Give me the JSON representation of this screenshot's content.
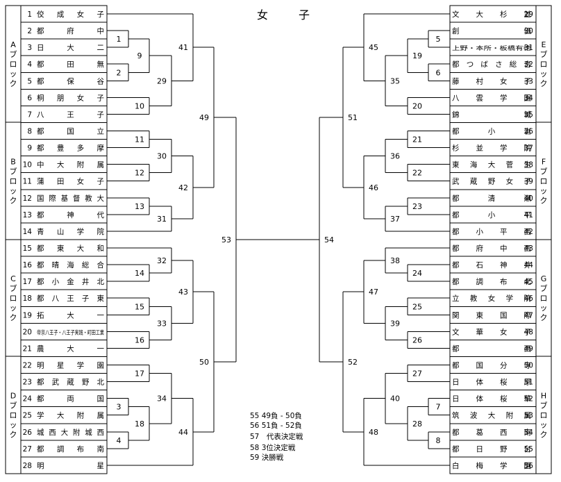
{
  "title": "女　子",
  "left": {
    "blocks": [
      "Aブロック",
      "Bブロック",
      "Cブロック",
      "Dブロック"
    ],
    "teams": [
      {
        "seed": "1",
        "name": "佼成女子"
      },
      {
        "seed": "2",
        "name": "都府中"
      },
      {
        "seed": "3",
        "name": "日大二"
      },
      {
        "seed": "4",
        "name": "都田無"
      },
      {
        "seed": "5",
        "name": "都保谷"
      },
      {
        "seed": "6",
        "name": "桐朋女子"
      },
      {
        "seed": "7",
        "name": "八王子"
      },
      {
        "seed": "8",
        "name": "都国立"
      },
      {
        "seed": "9",
        "name": "都豊多摩"
      },
      {
        "seed": "10",
        "name": "中大附属"
      },
      {
        "seed": "11",
        "name": "蒲田女子"
      },
      {
        "seed": "12",
        "name": "国際基督教大"
      },
      {
        "seed": "13",
        "name": "都神代"
      },
      {
        "seed": "14",
        "name": "青山学院"
      },
      {
        "seed": "15",
        "name": "都東大和"
      },
      {
        "seed": "16",
        "name": "都晴海総合"
      },
      {
        "seed": "17",
        "name": "都小金井北"
      },
      {
        "seed": "18",
        "name": "都八王子東"
      },
      {
        "seed": "19",
        "name": "拓大一"
      },
      {
        "seed": "20",
        "name": "帝京八王子・八王子実践・町田工業"
      },
      {
        "seed": "21",
        "name": "農大一"
      },
      {
        "seed": "22",
        "name": "明星学園"
      },
      {
        "seed": "23",
        "name": "都武蔵野北"
      },
      {
        "seed": "24",
        "name": "都両国"
      },
      {
        "seed": "25",
        "name": "学大附属"
      },
      {
        "seed": "26",
        "name": "城西大附城西"
      },
      {
        "seed": "27",
        "name": "都調布南"
      },
      {
        "seed": "28",
        "name": "明星"
      }
    ]
  },
  "right": {
    "blocks": [
      "Eブロック",
      "Fブロック",
      "Gブロック",
      "Hブロック"
    ],
    "teams": [
      {
        "seed": "29",
        "name": "文大杉並"
      },
      {
        "seed": "30",
        "name": "創価"
      },
      {
        "seed": "31",
        "name": "上野・本所・板橋有徳"
      },
      {
        "seed": "32",
        "name": "都つばさ総合"
      },
      {
        "seed": "33",
        "name": "藤村女子"
      },
      {
        "seed": "34",
        "name": "八雲学園"
      },
      {
        "seed": "35",
        "name": "錦城"
      },
      {
        "seed": "36",
        "name": "都小岩"
      },
      {
        "seed": "37",
        "name": "杉並学院"
      },
      {
        "seed": "38",
        "name": "東海大菅生"
      },
      {
        "seed": "39",
        "name": "武蔵野女子"
      },
      {
        "seed": "40",
        "name": "都清瀬"
      },
      {
        "seed": "41",
        "name": "都小平"
      },
      {
        "seed": "42",
        "name": "都小平西"
      },
      {
        "seed": "43",
        "name": "都府中西"
      },
      {
        "seed": "44",
        "name": "都石神井"
      },
      {
        "seed": "45",
        "name": "都調布北"
      },
      {
        "seed": "46",
        "name": "立教女学院"
      },
      {
        "seed": "47",
        "name": "関東国際"
      },
      {
        "seed": "48",
        "name": "文華女子"
      },
      {
        "seed": "49",
        "name": "都西"
      },
      {
        "seed": "50",
        "name": "都国分寺"
      },
      {
        "seed": "51",
        "name": "日体桜原"
      },
      {
        "seed": "52",
        "name": "日体桜華"
      },
      {
        "seed": "53",
        "name": "筑波大附属"
      },
      {
        "seed": "54",
        "name": "都葛西南"
      },
      {
        "seed": "55",
        "name": "都日野台"
      },
      {
        "seed": "56",
        "name": "白梅学園"
      }
    ]
  },
  "matches": {
    "m1": "1",
    "m2": "2",
    "m3": "3",
    "m4": "4",
    "m5": "5",
    "m6": "6",
    "m7": "7",
    "m8": "8",
    "m9": "9",
    "m10": "10",
    "m11": "11",
    "m12": "12",
    "m13": "13",
    "m14": "14",
    "m15": "15",
    "m16": "16",
    "m17": "17",
    "m18": "18",
    "m19": "19",
    "m20": "20",
    "m21": "21",
    "m22": "22",
    "m23": "23",
    "m24": "24",
    "m25": "25",
    "m26": "26",
    "m27": "27",
    "m28": "28",
    "m29": "29",
    "m30": "30",
    "m31": "31",
    "m32": "32",
    "m33": "33",
    "m34": "34",
    "m35": "35",
    "m36": "36",
    "m37": "37",
    "m38": "38",
    "m39": "39",
    "m40": "40",
    "m41": "41",
    "m42": "42",
    "m43": "43",
    "m44": "44",
    "m45": "45",
    "m46": "46",
    "m47": "47",
    "m48": "48",
    "m49": "49",
    "m50": "50",
    "m51": "51",
    "m52": "52",
    "m53": "53",
    "m54": "54"
  },
  "notes": [
    "55 49負 - 50負",
    "56 51負 - 52負",
    "57　代表決定戦",
    "58 3位決定戦",
    "59 決勝戦"
  ]
}
